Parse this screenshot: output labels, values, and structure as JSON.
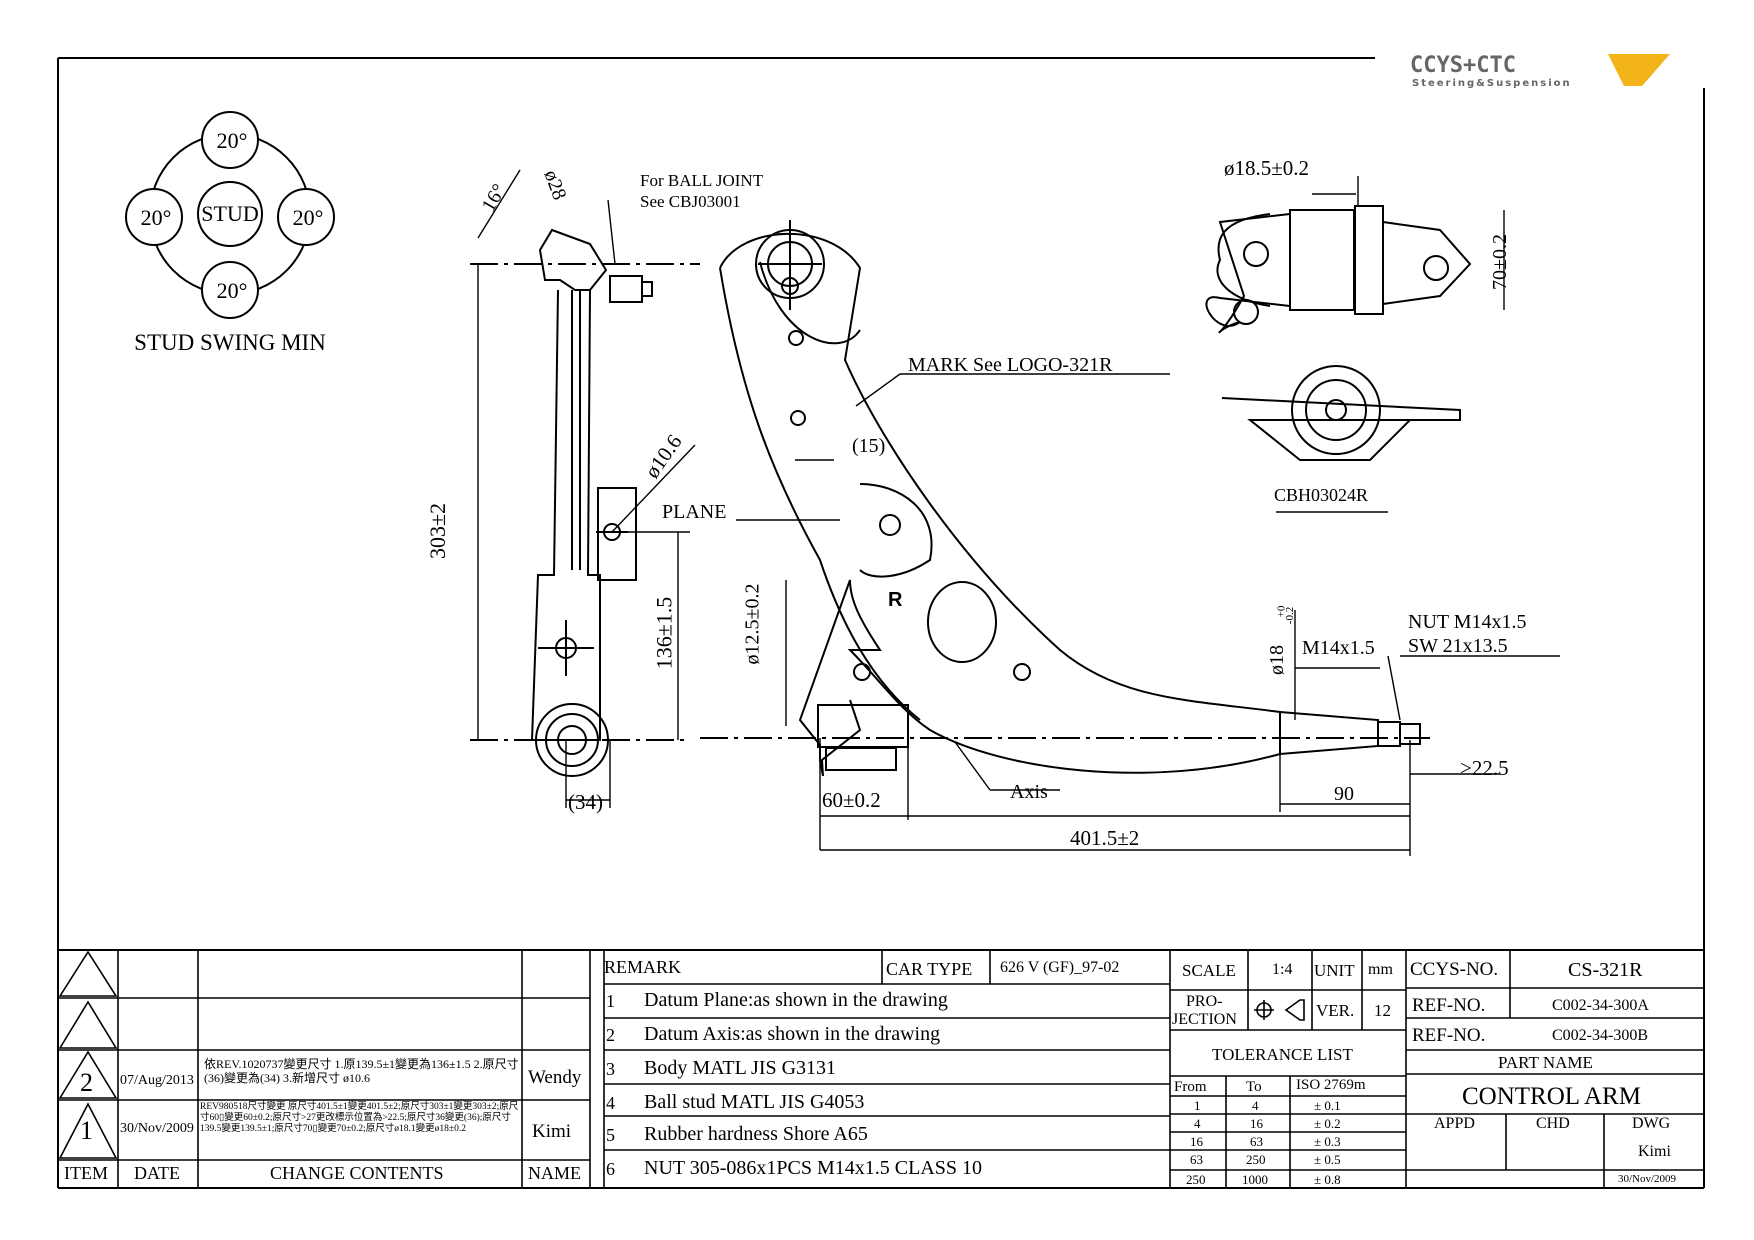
{
  "logo": {
    "brand": "CCYS+CTC",
    "tagline": "Steering&Suspension"
  },
  "stud_diagram": {
    "center": "STUD",
    "angles": [
      "20°",
      "20°",
      "20°",
      "20°"
    ],
    "caption": "STUD SWING MIN"
  },
  "annotations": {
    "angle_16": "16°",
    "dia_28": "ø28",
    "ball_joint_note_1": "For BALL JOINT",
    "ball_joint_note_2": "See CBJ03001",
    "dia_10_6": "ø10.6",
    "len_303": "303±2",
    "len_136": "136±1.5",
    "len_34": "(34)",
    "mark_note": "MARK See LOGO-321R",
    "dim_15": "(15)",
    "plane": "PLANE",
    "r_mark": "R",
    "dia_12_5": "ø12.5±0.2",
    "dim_60": "60±0.2",
    "axis": "Axis",
    "len_401_5": "401.5±2",
    "dia_18": "ø18",
    "tol_18_upper": "+0",
    "tol_18_lower": "-0.2",
    "thread": "M14x1.5",
    "nut_1": "NUT M14x1.5",
    "nut_2": "SW 21x13.5",
    "dim_90": "90",
    "dim_22_5": ">22.5",
    "dia_18_5": "ø18.5±0.2",
    "dim_70": "70±0.2",
    "bushing_part": "CBH03024R"
  },
  "revisions": [
    {
      "item": "2",
      "date": "07/Aug/2013",
      "contents": "依REV.1020737變更尺寸 1.原139.5±1變更為136±1.5 2.原尺寸(36)變更為(34) 3.新增尺寸 ø10.6",
      "name": "Wendy"
    },
    {
      "item": "1",
      "date": "30/Nov/2009",
      "contents": "REV980518尺寸變更 原尺寸401.5±1變更401.5±2;原尺寸303±1變更303±2;原尺寸60▯變更60±0.2;原尺寸>27更改標示位置為>22.5;原尺寸36變更(36);原尺寸139.5變更139.5±1;原尺寸70▯變更70±0.2;原尺寸ø18.1變更ø18±0.2",
      "name": "Kimi"
    }
  ],
  "revision_headers": {
    "item": "ITEM",
    "date": "DATE",
    "contents": "CHANGE CONTENTS",
    "name": "NAME"
  },
  "remarks": {
    "header": "REMARK",
    "car_type_label": "CAR TYPE",
    "car_type_value": "626 V (GF)_97-02",
    "items": [
      {
        "no": "1",
        "text": "Datum Plane:as shown in the drawing"
      },
      {
        "no": "2",
        "text": "Datum Axis:as shown in the drawing"
      },
      {
        "no": "3",
        "text": "Body MATL JIS G3131"
      },
      {
        "no": "4",
        "text": "Ball stud MATL JIS G4053"
      },
      {
        "no": "5",
        "text": "Rubber hardness Shore A65"
      },
      {
        "no": "6",
        "text": "NUT 305-086x1PCS M14x1.5 CLASS 10"
      }
    ]
  },
  "specs": {
    "scale_label": "SCALE",
    "scale_value": "1:4",
    "unit_label": "UNIT",
    "unit_value": "mm",
    "projection_label_1": "PRO-",
    "projection_label_2": "JECTION",
    "ver_label": "VER.",
    "ver_value": "12",
    "tolerance_title": "TOLERANCE LIST",
    "tolerance_headers": [
      "From",
      "To",
      "ISO 2769m"
    ],
    "tolerance_rows": [
      [
        "1",
        "4",
        "± 0.1"
      ],
      [
        "4",
        "16",
        "± 0.2"
      ],
      [
        "16",
        "63",
        "± 0.3"
      ],
      [
        "63",
        "250",
        "± 0.5"
      ],
      [
        "250",
        "1000",
        "± 0.8"
      ]
    ]
  },
  "part_info": {
    "ccys_no_label": "CCYS-NO.",
    "ccys_no_value": "CS-321R",
    "ref_no_label": "REF-NO.",
    "ref_no_1": "C002-34-300A",
    "ref_no_2": "C002-34-300B",
    "part_name_label": "PART NAME",
    "part_name_value": "CONTROL ARM",
    "appd": "APPD",
    "chd": "CHD",
    "dwg": "DWG",
    "dwg_name": "Kimi",
    "dwg_date": "30/Nov/2009"
  },
  "colors": {
    "ink": "#000000",
    "logo_accent": "#f2b418",
    "logo_grey": "#666666"
  }
}
